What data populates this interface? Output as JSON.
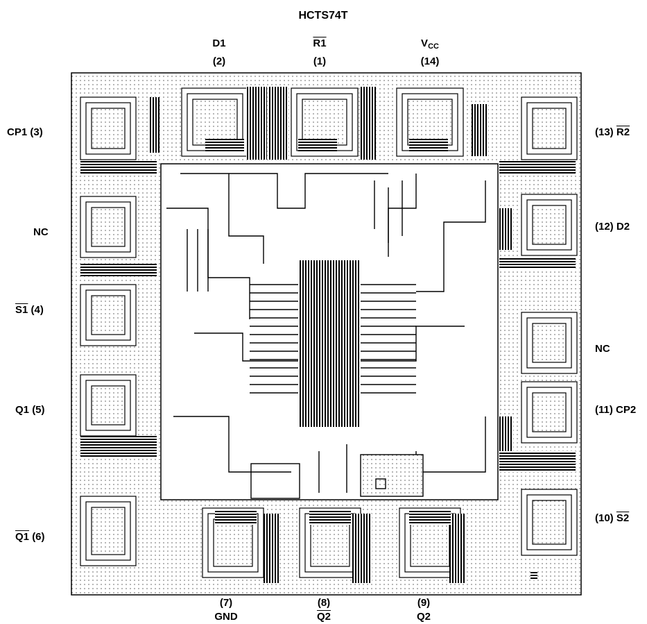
{
  "title": "HCTS74T",
  "pins_top": [
    {
      "name": "D1",
      "num": "(2)"
    },
    {
      "name": "R1",
      "num": "(1)"
    },
    {
      "name_main": "V",
      "name_sub": "CC",
      "num": "(14)"
    }
  ],
  "pins_bottom": [
    {
      "num": "(7)",
      "name": "GND"
    },
    {
      "num": "(8)",
      "name": "Q2"
    },
    {
      "num": "(9)",
      "name": "Q2"
    }
  ],
  "pins_left": [
    {
      "name": "CP1",
      "num": "(3)"
    },
    {
      "name": "NC"
    },
    {
      "name": "S1",
      "num": "(4)"
    },
    {
      "name": "Q1",
      "num": "(5)"
    },
    {
      "name": "Q1",
      "num": "(6)"
    }
  ],
  "pins_right": [
    {
      "num": "(13)",
      "name": "R2"
    },
    {
      "num": "(12)",
      "name": "D2"
    },
    {
      "name": "NC"
    },
    {
      "num": "(11)",
      "name": "CP2"
    },
    {
      "num": "(10)",
      "name": "S2"
    }
  ],
  "colors": {
    "ink": "#000000",
    "paper": "#ffffff"
  }
}
